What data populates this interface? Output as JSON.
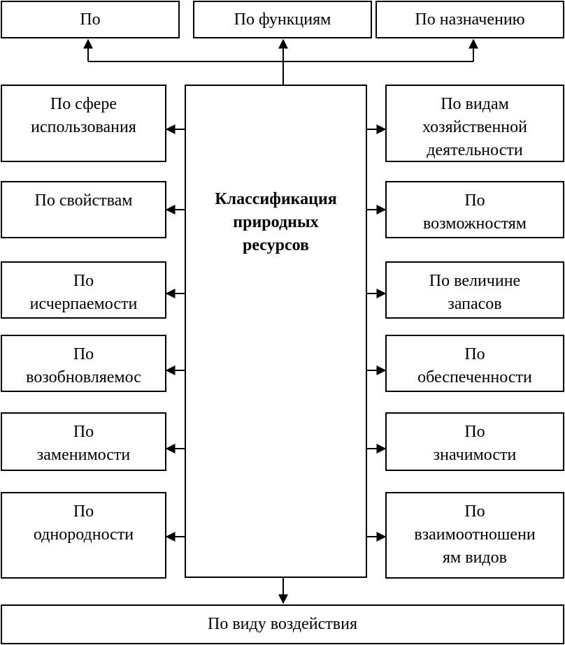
{
  "diagram": {
    "center": "Классификация\nприродных\nресурсов",
    "top": [
      "По",
      "По функциям",
      "По назначению"
    ],
    "left": [
      "По сфере\nиспользования",
      "По свойствам",
      "По\nисчерпаемости",
      "По\nвозобновляемос",
      "По\nзаменимости",
      "По\nоднородности"
    ],
    "right": [
      "По видам\nхозяйственной\nдеятельности",
      "По\nвозможностям",
      "По величине\nзапасов",
      "По\nобеспеченности",
      "По\nзначимости",
      "По\nвзаимоотношени\nям видов"
    ],
    "bottom": "По виду воздействия",
    "colors": {
      "line": "#000000",
      "background": "#ffffff"
    }
  }
}
